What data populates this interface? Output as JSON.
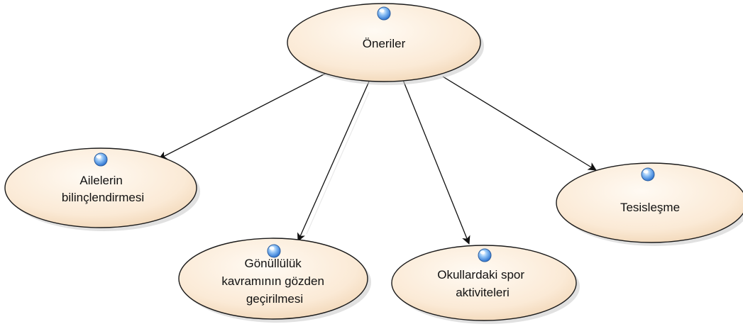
{
  "diagram": {
    "type": "mind-map",
    "root": {
      "id": "oneriler",
      "label": "Öneriler",
      "icon": "blue-circle-icon"
    },
    "children": [
      {
        "id": "aileler",
        "lines": [
          "Ailelerin",
          "bilinçlendirmesi"
        ],
        "icon": "blue-circle-icon"
      },
      {
        "id": "gonulluluk",
        "lines": [
          "Gönüllülük",
          "kavramının gözden",
          "geçirilmesi"
        ],
        "icon": "blue-circle-icon"
      },
      {
        "id": "okullar",
        "lines": [
          "Okullardaki spor",
          "aktiviteleri"
        ],
        "icon": "blue-circle-icon"
      },
      {
        "id": "tesis",
        "lines": [
          "Tesisleşme"
        ],
        "icon": "blue-circle-icon"
      }
    ],
    "edges": [
      {
        "from": "oneriler",
        "to": "aileler"
      },
      {
        "from": "oneriler",
        "to": "gonulluluk"
      },
      {
        "from": "oneriler",
        "to": "okullar"
      },
      {
        "from": "oneriler",
        "to": "tesis"
      }
    ],
    "colors": {
      "node_fill_light": "#fdf3e8",
      "node_fill_dark": "#f3dcc0",
      "node_stroke": "#1a1a1a",
      "edge": "#111111",
      "marker": "#4a8fe0"
    }
  }
}
